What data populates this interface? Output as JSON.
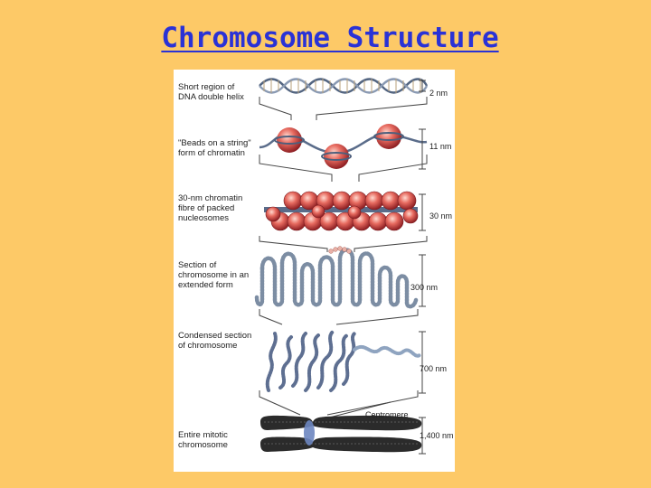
{
  "title": "Chromosome Structure",
  "levels": [
    {
      "label_lines": [
        "Short region of",
        "DNA double helix"
      ],
      "measure": "2 nm"
    },
    {
      "label_lines": [
        "\"Beads on a string\"",
        "form of chromatin"
      ],
      "measure": "11 nm"
    },
    {
      "label_lines": [
        "30-nm chromatin",
        "fibre of packed",
        "nucleosomes"
      ],
      "measure": "30 nm"
    },
    {
      "label_lines": [
        "Section of",
        "chromosome in an",
        "extended form"
      ],
      "measure": "300 nm"
    },
    {
      "label_lines": [
        "Condensed section",
        "of chromosome"
      ],
      "measure": "700 nm"
    },
    {
      "label_lines": [
        "Entire mitotic",
        "chromosome"
      ],
      "measure": "1,400 nm"
    }
  ],
  "centromere_label": "Centromere",
  "colors": {
    "background": "#fdc967",
    "title": "#2a32d6",
    "dna": "#6b7c93",
    "nucleosome": "#d9484a",
    "chromatin_loop": "#7c8da3",
    "chromosome": "#2b2b2b",
    "centromere": "#6d86c0"
  }
}
